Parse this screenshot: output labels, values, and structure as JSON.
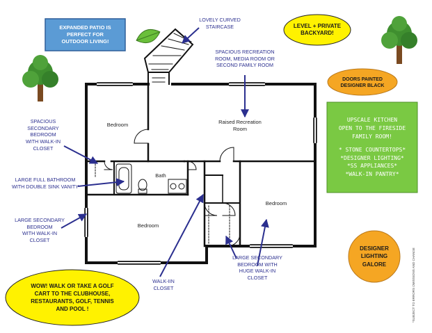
{
  "title": "",
  "colors": {
    "wall": "#111111",
    "arrow": "#2b2f8f",
    "label_text": "#2b2f8f",
    "blue_box": "#5b9bd5",
    "blue_box_text": "#ffffff",
    "yellow": "#fff200",
    "orange": "#f5a623",
    "green_box": "#7ac943",
    "tree_leaf": "#3f8f2f",
    "tree_trunk": "#7a4a21",
    "leaf_icon": "#6abf3a"
  },
  "callouts": {
    "patio": [
      "EXPANDED PATIO IS",
      "PERFECT FOR",
      "OUTDOOR LIVING!"
    ],
    "backyard": [
      "LEVEL + PRIVATE",
      "BACKYARD!"
    ],
    "doors": [
      "DOORS PAINTED",
      "DESIGNER BLACK"
    ],
    "kitchen_heading": [
      "UPSCALE KITCHEN",
      "OPEN TO THE FIRESIDE",
      "FAMILY ROOM!"
    ],
    "kitchen_features": [
      "* STONE COUNTERTOPS*",
      "*DESIGNER LIGHTING*",
      "*SS APPLIANCES*",
      "*WALK-IN PANTRY*"
    ],
    "lighting": [
      "DESIGNER",
      "LIGHTING",
      "GALORE"
    ],
    "golf": [
      "WOW! WALK OR TAKE A GOLF",
      "CART TO THE CLUBHOUSE,",
      "RESTAURANTS, GOLF, TENNIS",
      "AND POOL !"
    ]
  },
  "annotations": {
    "staircase": [
      "LOVELY CURVED",
      "STAIRCASE"
    ],
    "recreation": [
      "SPACIOUS RECREATION",
      "ROOM, MEDIA ROOM OR",
      "SECOND FAMILY ROOM"
    ],
    "secondary_bedroom": [
      "SPACIOUS",
      "SECONDARY",
      "BEDROOM",
      "WITH WALK-IN",
      "CLOSET"
    ],
    "bathroom": [
      "LARGE FULL BATHROOM",
      "WITH DOUBLE SINK VANITY"
    ],
    "large_secondary_left": [
      "LARGE SECONDARY",
      "BEDROOM",
      "WITH WALK-IN",
      "CLOSET"
    ],
    "walk_in": [
      "WALK-IIN",
      "CLOSET"
    ],
    "large_secondary_right": [
      "LARGE SECONDARY",
      "BEDROOM WITH",
      "HUGE WALK-IN",
      "CLOSET"
    ]
  },
  "rooms": {
    "bedroom_top_left": "Bedroom",
    "recreation": [
      "Raised Recreation",
      "Room"
    ],
    "bath": "Bath",
    "bedroom_bottom_left": "Bedroom",
    "bedroom_right": "Bedroom"
  },
  "disclaimer": "*SUBJECT TO ERRORS OMISSIONS AND CHANGE"
}
